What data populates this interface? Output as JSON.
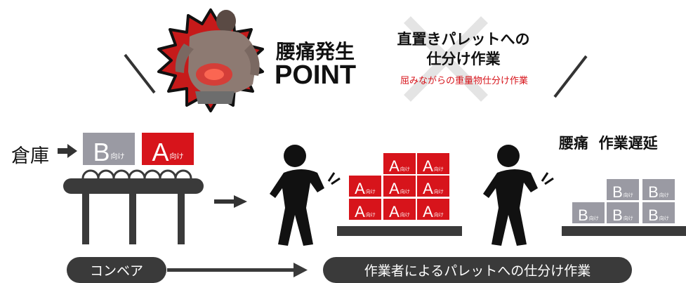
{
  "header": {
    "burst_title": "腰痛発生",
    "burst_subtitle": "POINT",
    "task_line1": "直置きパレットへの",
    "task_line2": "仕分け作業",
    "task_note": "屈みながらの重量物仕分け作業"
  },
  "warehouse_label": "倉庫",
  "box_suffix": "向け",
  "box_letters": {
    "a": "A",
    "b": "B"
  },
  "status_label": "腰痛  作業遅延",
  "conveyor_label": "コンベア",
  "sorting_label": "作業者によるパレットへの仕分け作業",
  "colors": {
    "red": "#d7141b",
    "gray": "#9a9aa3",
    "dark": "#3a3a3a",
    "black": "#111111"
  },
  "icons": [
    "starburst-badge",
    "back-pain-person",
    "worker-pain-icon",
    "arrow-right-icon",
    "conveyor-icon",
    "pallet-icon",
    "cross-mark-icon"
  ]
}
